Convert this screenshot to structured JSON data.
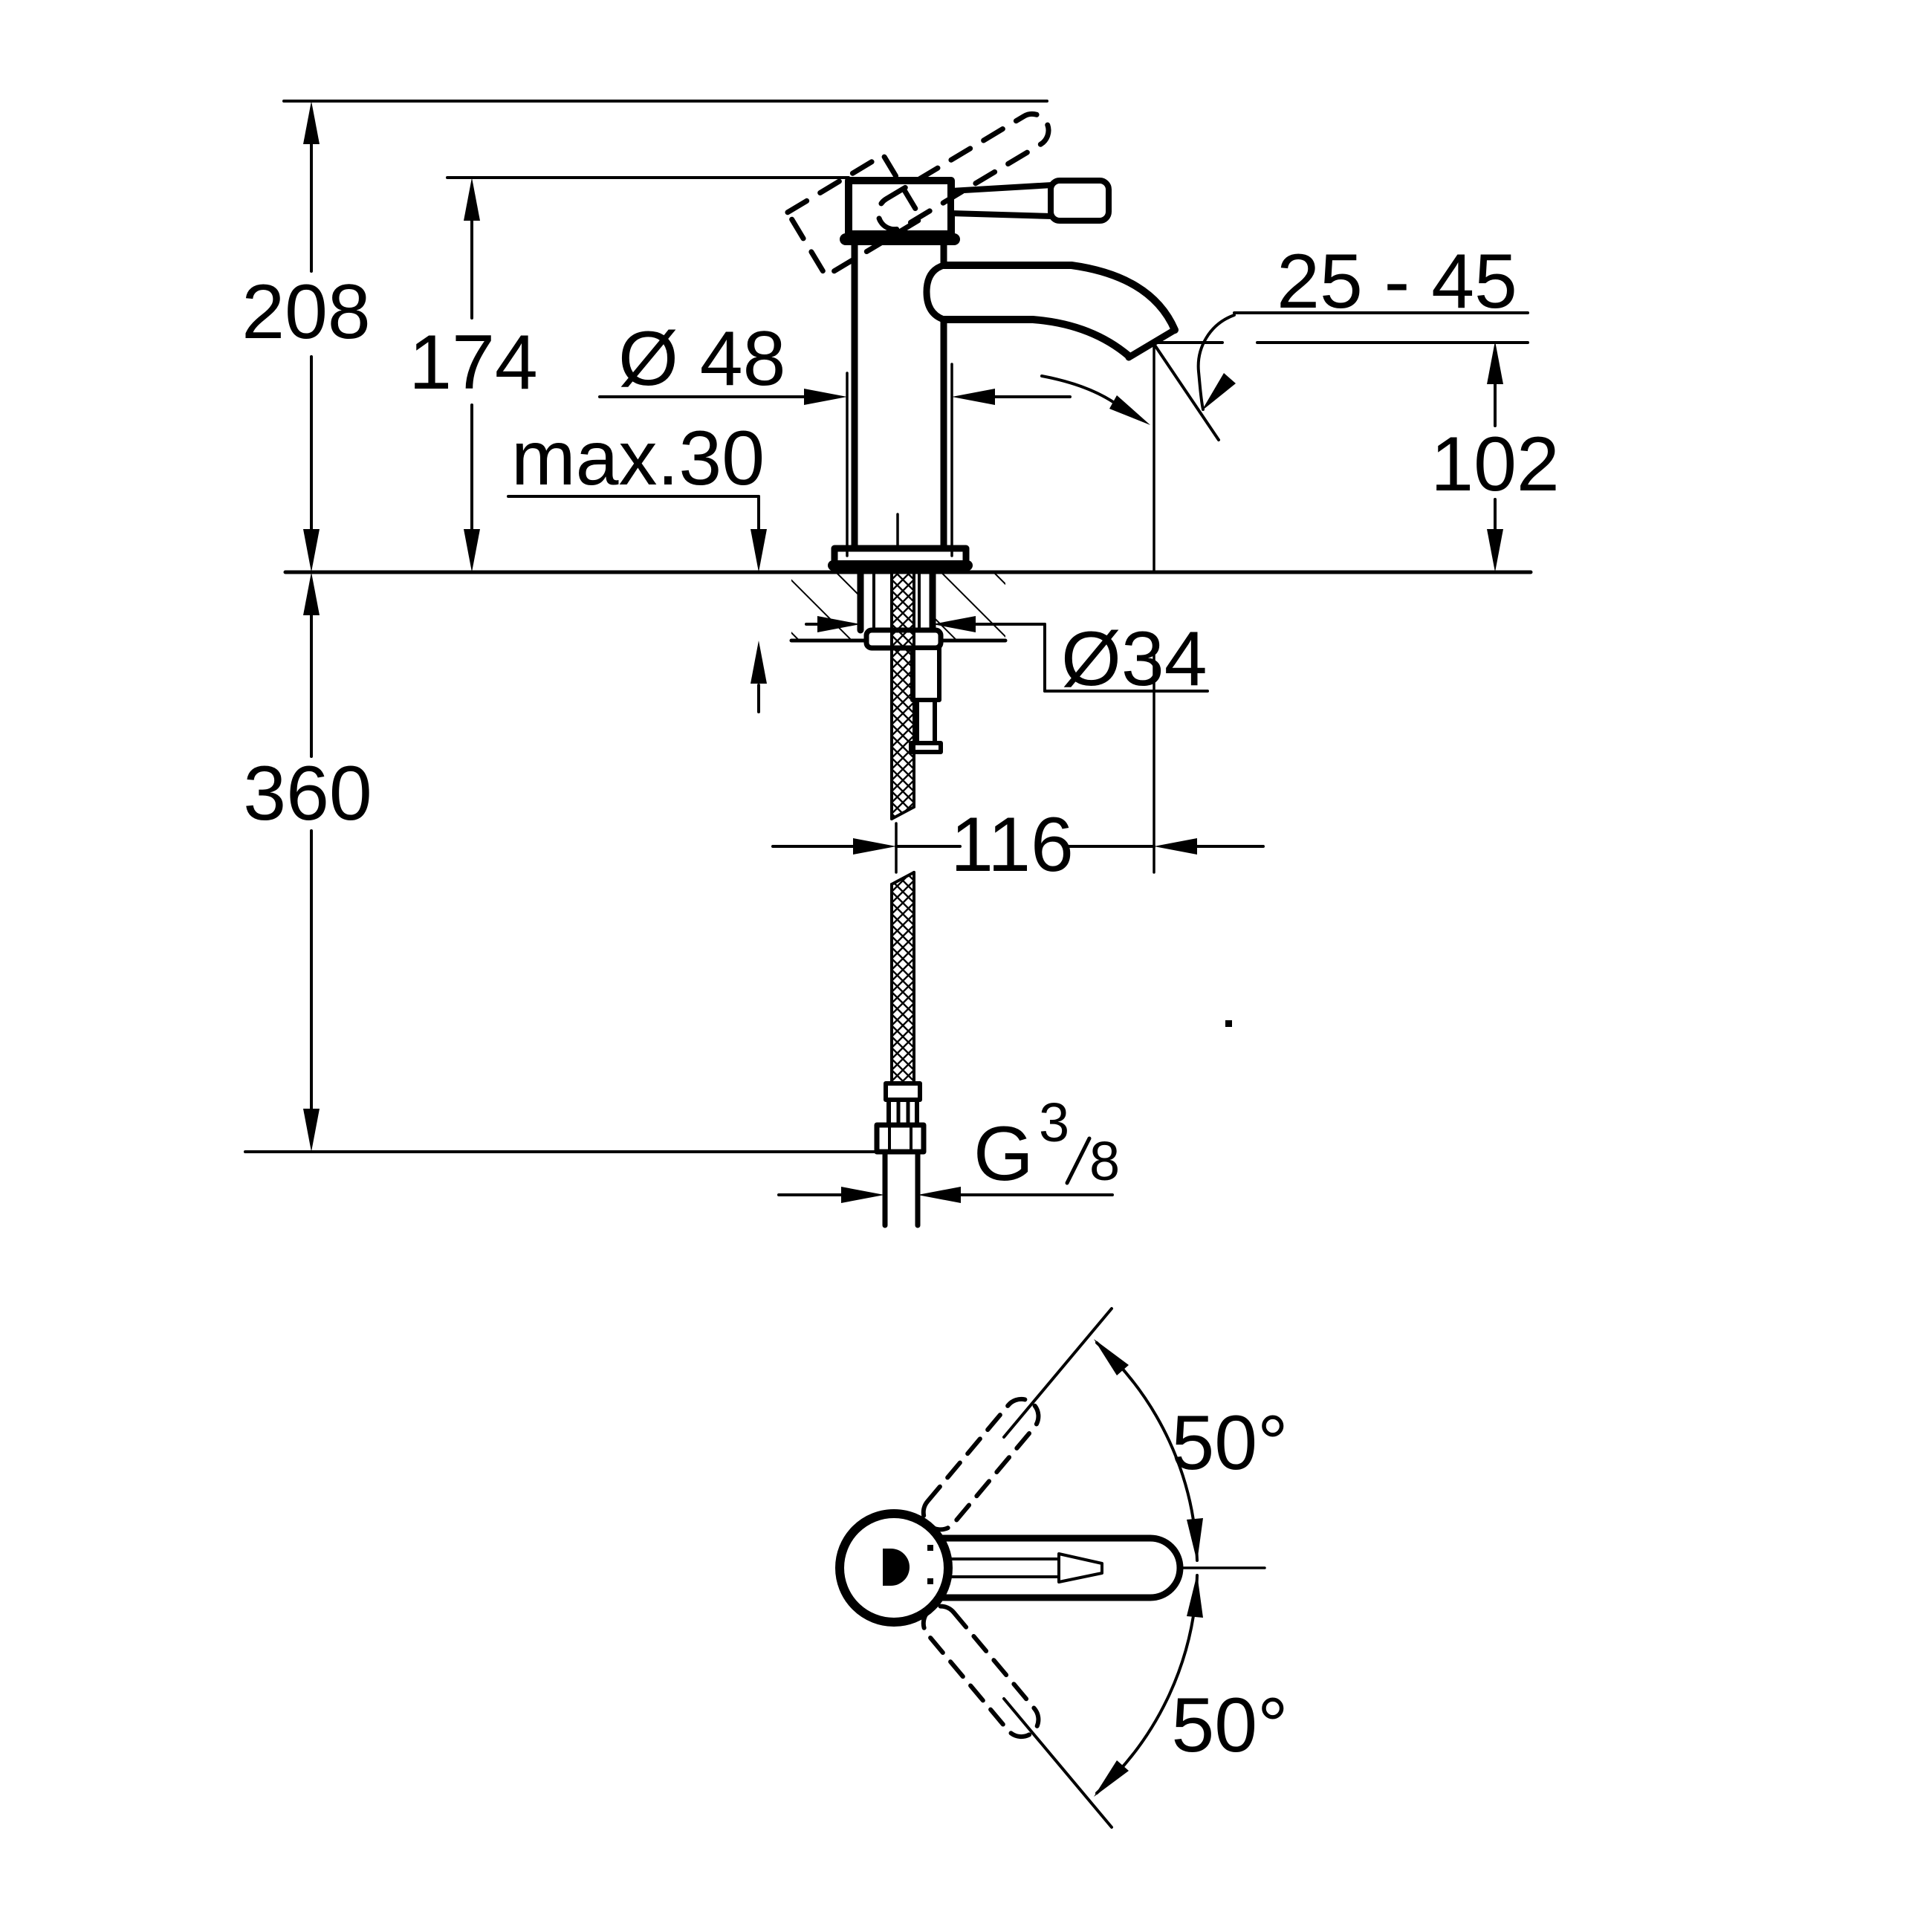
{
  "colors": {
    "background": "#ffffff",
    "line": "#000000"
  },
  "labels": {
    "total_height": "208",
    "body_height": "174",
    "base_diameter": "Ø 48",
    "max_thickness": "max.30",
    "angle_range": "25 - 45",
    "spout_height": "102",
    "hole_diameter": "Ø34",
    "below_deck": "360",
    "spout_reach": "116",
    "thread_letter": "G",
    "thread_num": "3",
    "thread_den": "8",
    "swivel_upper": "50°",
    "swivel_lower": "50°"
  }
}
